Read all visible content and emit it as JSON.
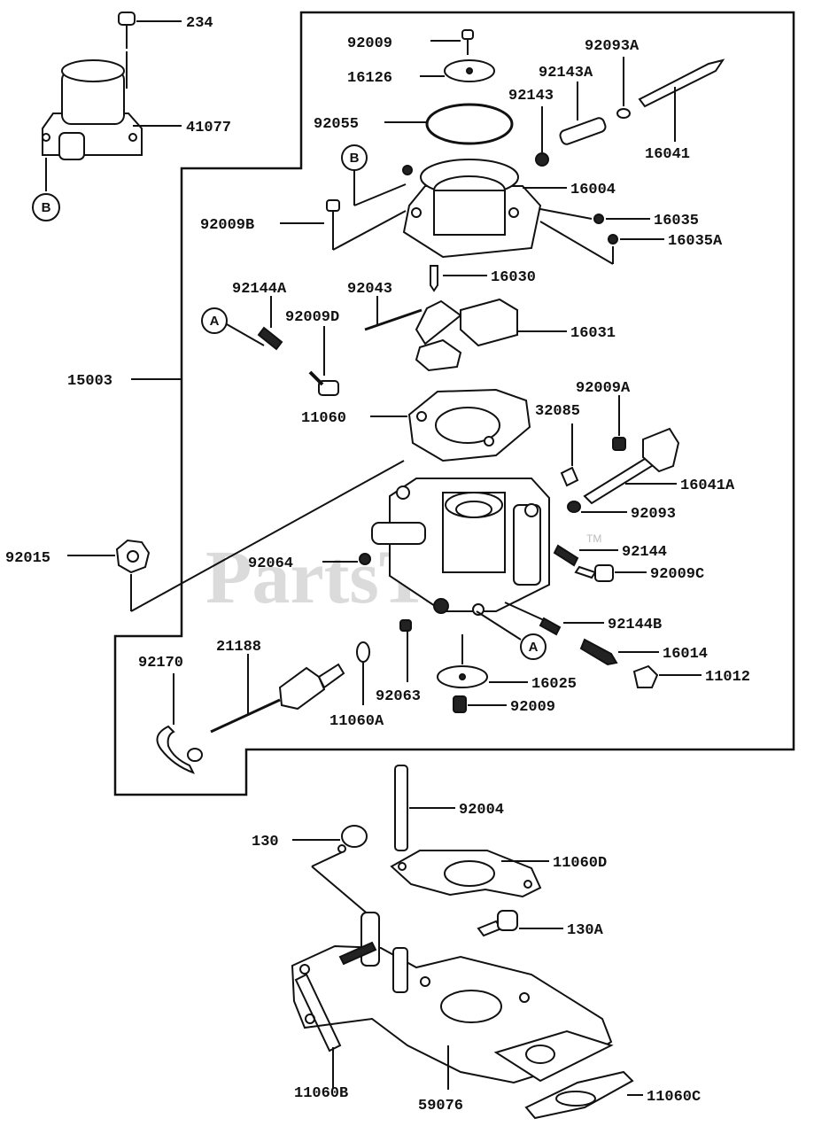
{
  "watermark": {
    "text": "PartsTree",
    "tm": "TM"
  },
  "callouts": {
    "a": "A",
    "b": "B"
  },
  "labels": {
    "p234": "234",
    "p41077": "41077",
    "p92009": "92009",
    "p16126": "16126",
    "p92055": "92055",
    "p92143": "92143",
    "p92143A": "92143A",
    "p92093A": "92093A",
    "p16041": "16041",
    "p16004": "16004",
    "p92009B": "92009B",
    "p16035": "16035",
    "p16035A": "16035A",
    "p16030": "16030",
    "p92144A": "92144A",
    "p92043": "92043",
    "p92009D": "92009D",
    "p16031": "16031",
    "p15003": "15003",
    "p11060": "11060",
    "p32085": "32085",
    "p92009A": "92009A",
    "p16041A": "16041A",
    "p92093": "92093",
    "p92015": "92015",
    "p92064": "92064",
    "p92144": "92144",
    "p92009C": "92009C",
    "p92144B": "92144B",
    "p16014": "16014",
    "p11012": "11012",
    "p92170": "92170",
    "p21188": "21188",
    "p11060A": "11060A",
    "p92063": "92063",
    "p16025": "16025",
    "p92009b2": "92009",
    "p92004": "92004",
    "p130": "130",
    "p11060D": "11060D",
    "p130A": "130A",
    "p11060B": "11060B",
    "p59076": "59076",
    "p11060C": "11060C"
  }
}
